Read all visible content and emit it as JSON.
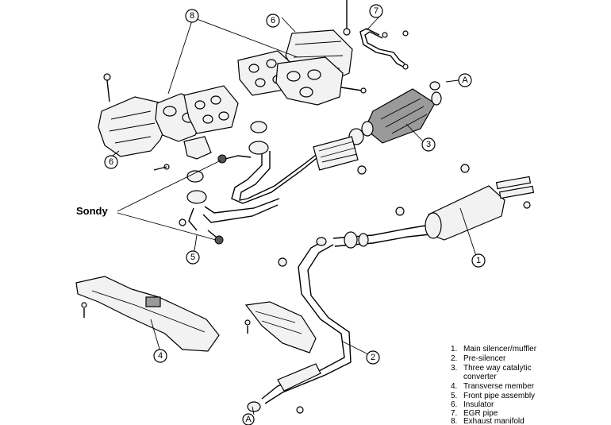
{
  "callouts": {
    "c1": "1",
    "c2": "2",
    "c3": "3",
    "c4": "4",
    "c5": "5",
    "c6a": "6",
    "c6b": "6",
    "c7": "7",
    "c8": "8"
  },
  "markers": {
    "a_top": "A",
    "a_bottom": "A"
  },
  "annotation": {
    "sondy": "Sondy"
  },
  "legend": {
    "items": [
      {
        "num": "1.",
        "text": "Main silencer/muffler"
      },
      {
        "num": "2.",
        "text": "Pre-silencer"
      },
      {
        "num": "3.",
        "text": "Three way catalytic"
      },
      {
        "num": "",
        "text": "converter"
      },
      {
        "num": "4.",
        "text": "Transverse member"
      },
      {
        "num": "5.",
        "text": "Front pipe assembly"
      },
      {
        "num": "6.",
        "text": "Insulator"
      },
      {
        "num": "7.",
        "text": "EGR pipe"
      },
      {
        "num": "8.",
        "text": "Exhaust manifold"
      }
    ]
  }
}
